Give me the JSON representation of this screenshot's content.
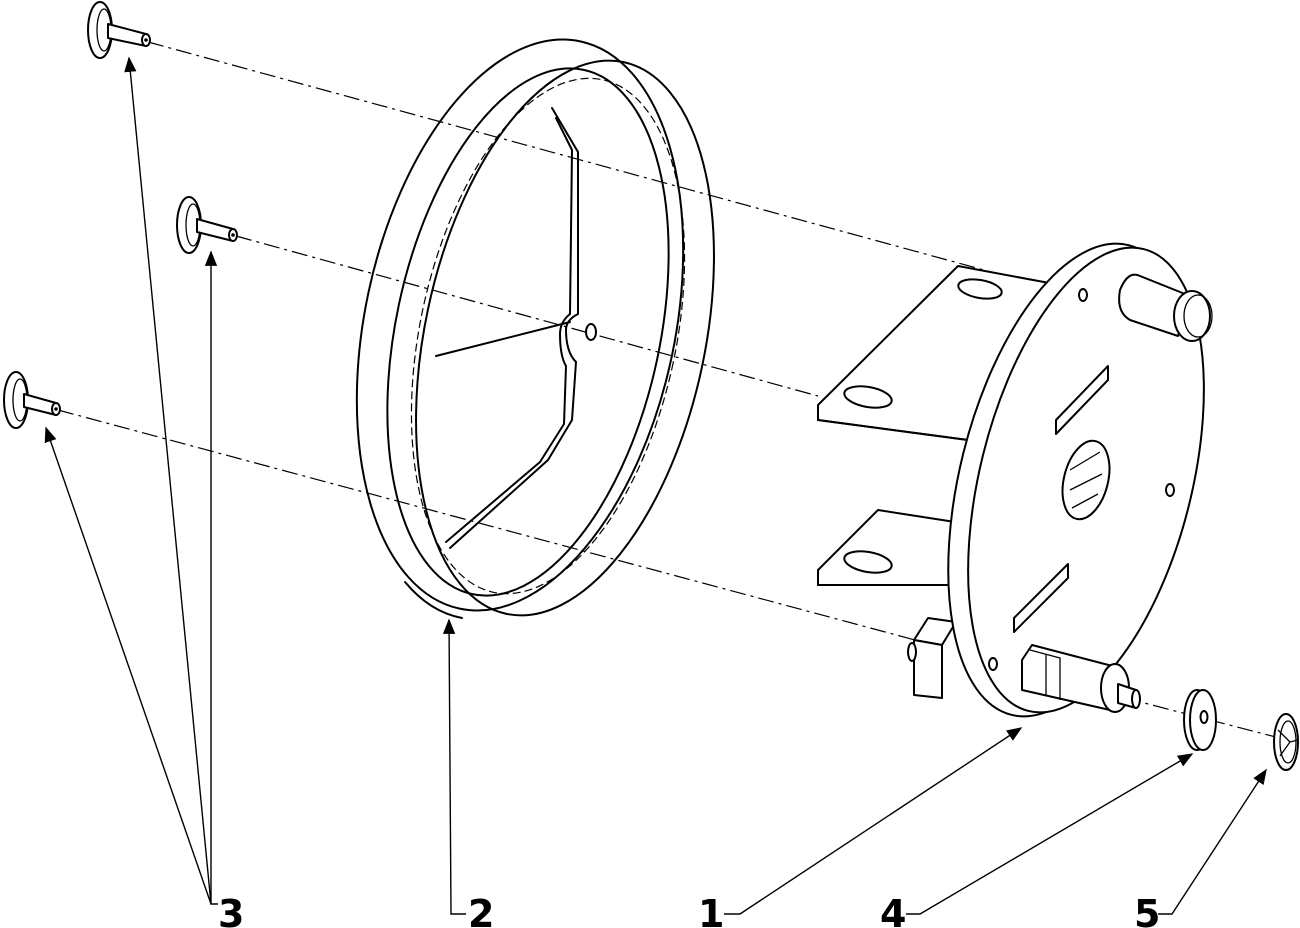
{
  "diagram": {
    "type": "exploded-assembly-drawing",
    "callouts": [
      {
        "id": "c1",
        "label": "1",
        "part": "base-plate-assembly"
      },
      {
        "id": "c2",
        "label": "2",
        "part": "ring-frame"
      },
      {
        "id": "c3",
        "label": "3",
        "part": "shoulder-pins"
      },
      {
        "id": "c4",
        "label": "4",
        "part": "washer"
      },
      {
        "id": "c5",
        "label": "5",
        "part": "retaining-clip"
      }
    ]
  }
}
